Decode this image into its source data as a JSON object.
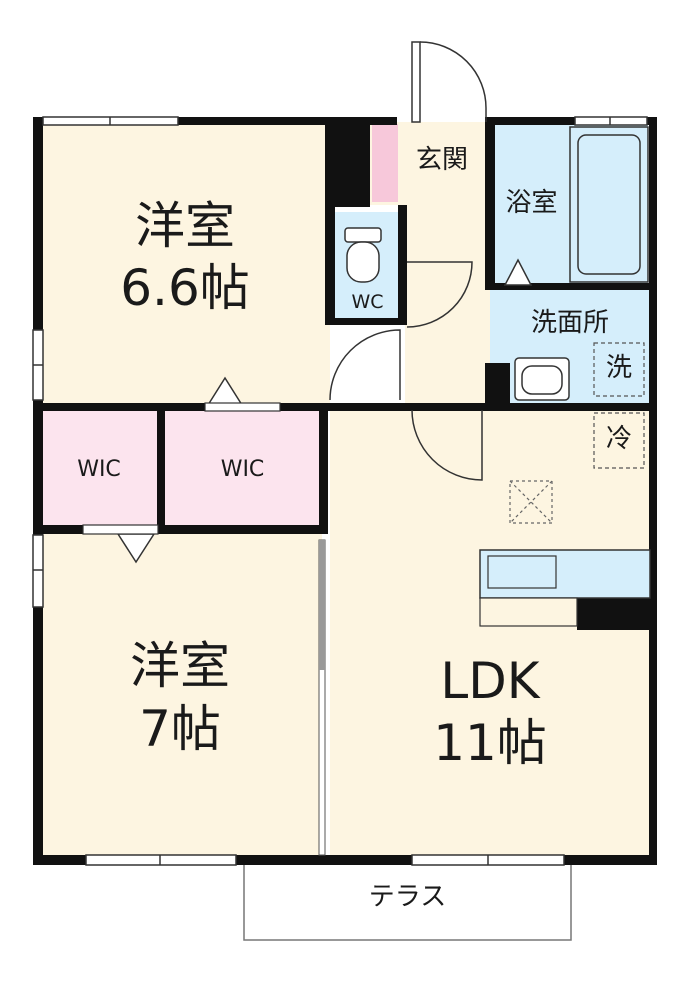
{
  "rooms": {
    "western_1": {
      "name": "洋室",
      "size": "6.6帖"
    },
    "western_2": {
      "name": "洋室",
      "size": "7帖"
    },
    "wic_1": {
      "name": "WIC"
    },
    "wic_2": {
      "name": "WIC"
    },
    "entrance": {
      "name": "玄関"
    },
    "bath": {
      "name": "浴室"
    },
    "washroom": {
      "name": "洗面所"
    },
    "toilet": {
      "name": "WC"
    },
    "ldk": {
      "name": "LDK",
      "size": "11帖"
    },
    "terrace": {
      "name": "テラス"
    }
  },
  "fixtures": {
    "washer": "洗",
    "fridge": "冷"
  },
  "colors": {
    "room_fill": "#fdf5e1",
    "closet_fill": "#fce4ee",
    "wet_fill": "#d5eefb",
    "wall": "#111111",
    "entrance_pink": "#f7c8da"
  }
}
